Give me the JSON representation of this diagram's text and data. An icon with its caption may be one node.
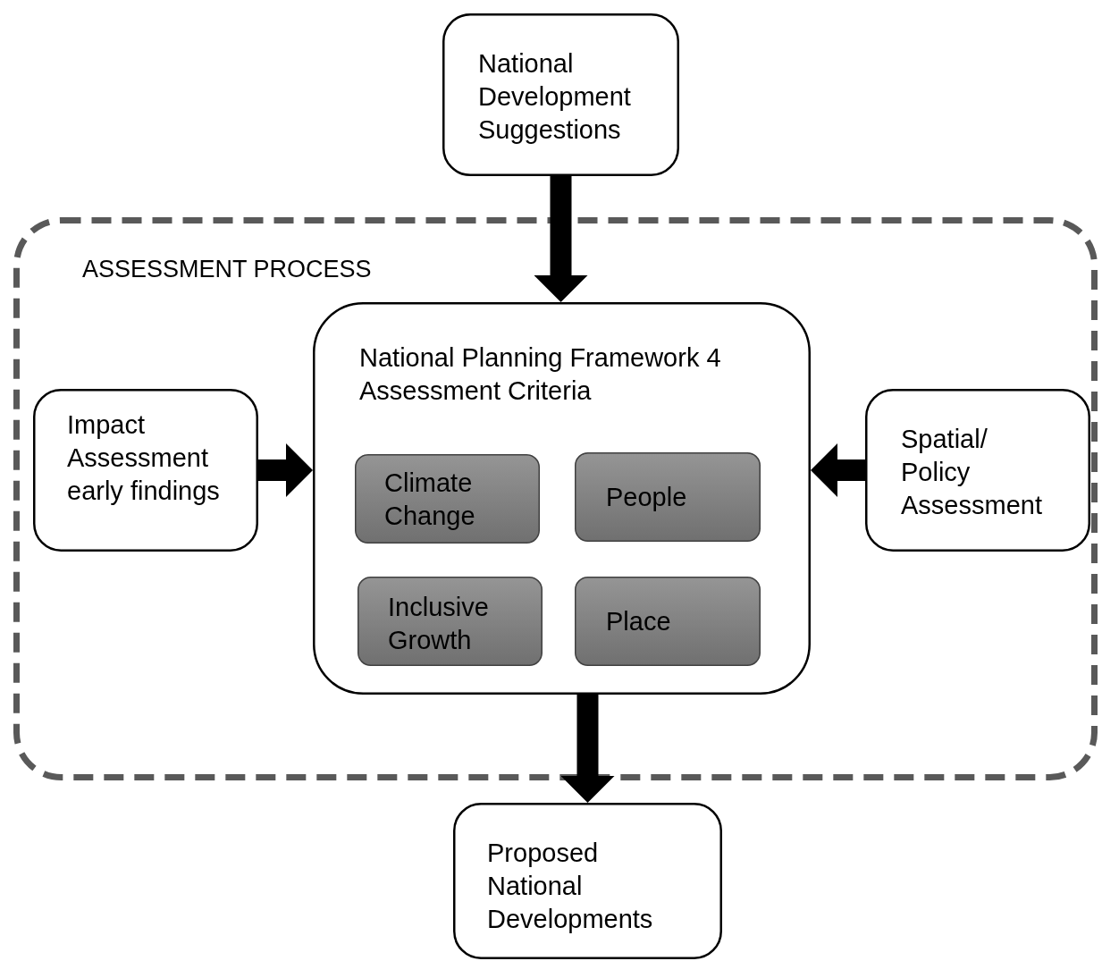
{
  "diagram": {
    "nodes": [
      {
        "text": [
          "National Development Suggestions"
        ]
      },
      {
        "text": [
          "ASSESSMENT PROCESS"
        ]
      },
      {
        "text": [
          "National Planning Framework 4 Assessment Criteria"
        ],
        "in": 1
      },
      {
        "text": [
          "Climate Change"
        ],
        "in": 2
      },
      {
        "text": [
          "People"
        ],
        "in": 2
      },
      {
        "text": [
          "Inclusive Growth"
        ],
        "in": 2
      },
      {
        "text": [
          "Place"
        ],
        "in": 2
      },
      {
        "text": [
          "Impact Assessment early findings"
        ],
        "in": 1
      },
      {
        "text": [
          "Spatial/ Policy Assessment"
        ],
        "in": 1
      },
      {
        "text": [
          "Proposed National Developments"
        ]
      }
    ],
    "edges": [
      {
        "from": 0,
        "to": 2,
        "arrow": "to"
      },
      {
        "from": 7,
        "to": 2,
        "arrow": "to"
      },
      {
        "from": 8,
        "to": 2,
        "arrow": "to"
      },
      {
        "from": 2,
        "to": 9,
        "arrow": "to"
      }
    ]
  }
}
